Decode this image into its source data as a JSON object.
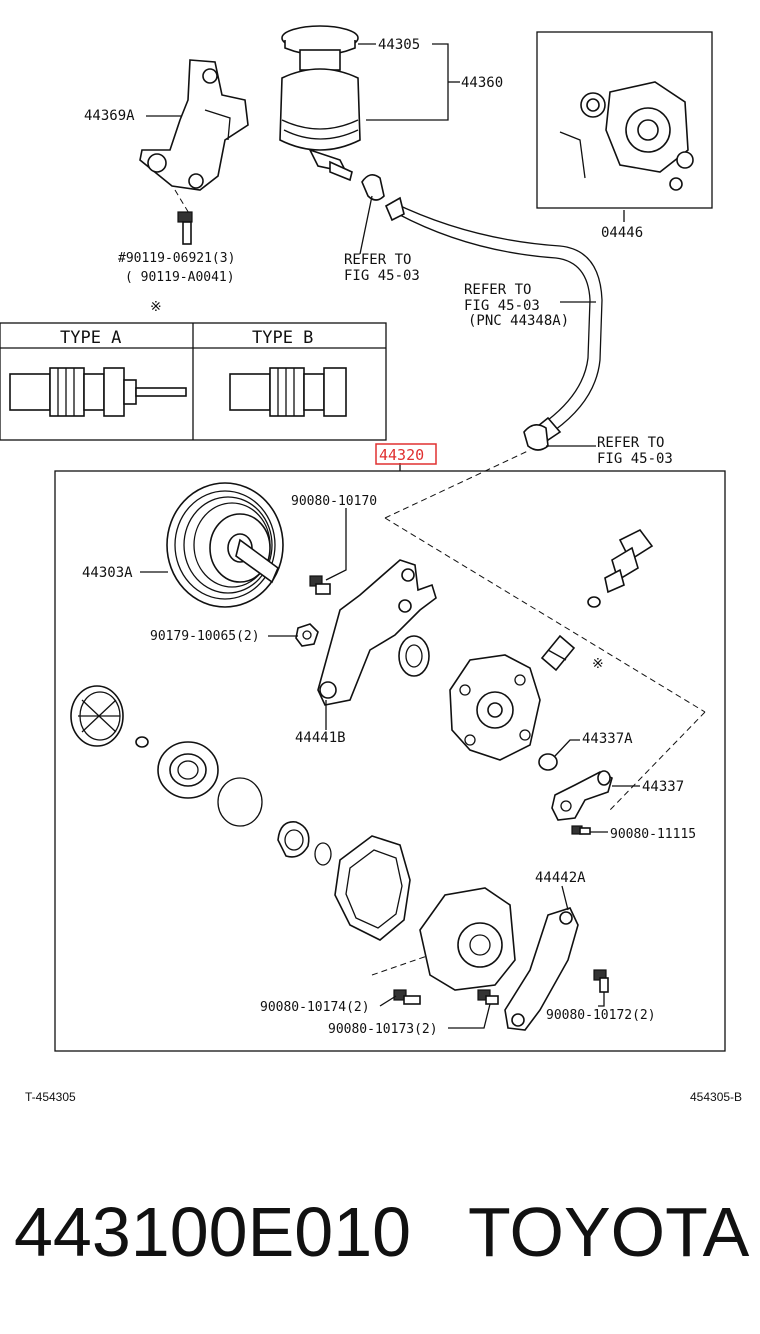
{
  "labels": {
    "p44305": "44305",
    "p44360": "44360",
    "p44369A": "44369A",
    "p04446": "04446",
    "bolt_a": "#90119-06921(3)",
    "bolt_b": "( 90119-A0041)",
    "refer1_a": "REFER TO",
    "refer1_b": "FIG 45-03",
    "refer2_a": "REFER TO",
    "refer2_b": "FIG 45-03",
    "refer2_c": "(PNC 44348A)",
    "refer3_a": "REFER TO",
    "refer3_b": "FIG 45-03",
    "star_top": "※",
    "star_mid": "※",
    "type_a": "TYPE A",
    "type_b": "TYPE B",
    "p44320": "44320",
    "p90080_10170": "90080-10170",
    "p44303A": "44303A",
    "p90179_10065": "90179-10065(2)",
    "p44441B": "44441B",
    "p44337A": "44337A",
    "p44337": "44337",
    "p90080_11115": "90080-11115",
    "p44442A": "44442A",
    "p90080_10174": "90080-10174(2)",
    "p90080_10173": "90080-10173(2)",
    "p90080_10172": "90080-10172(2)"
  },
  "footer": {
    "left_code": "T-454305",
    "right_code": "454305-B",
    "part_number": "443100E010",
    "brand": "TOYOTA"
  },
  "colors": {
    "highlight": "#e03030",
    "ink": "#111111"
  }
}
